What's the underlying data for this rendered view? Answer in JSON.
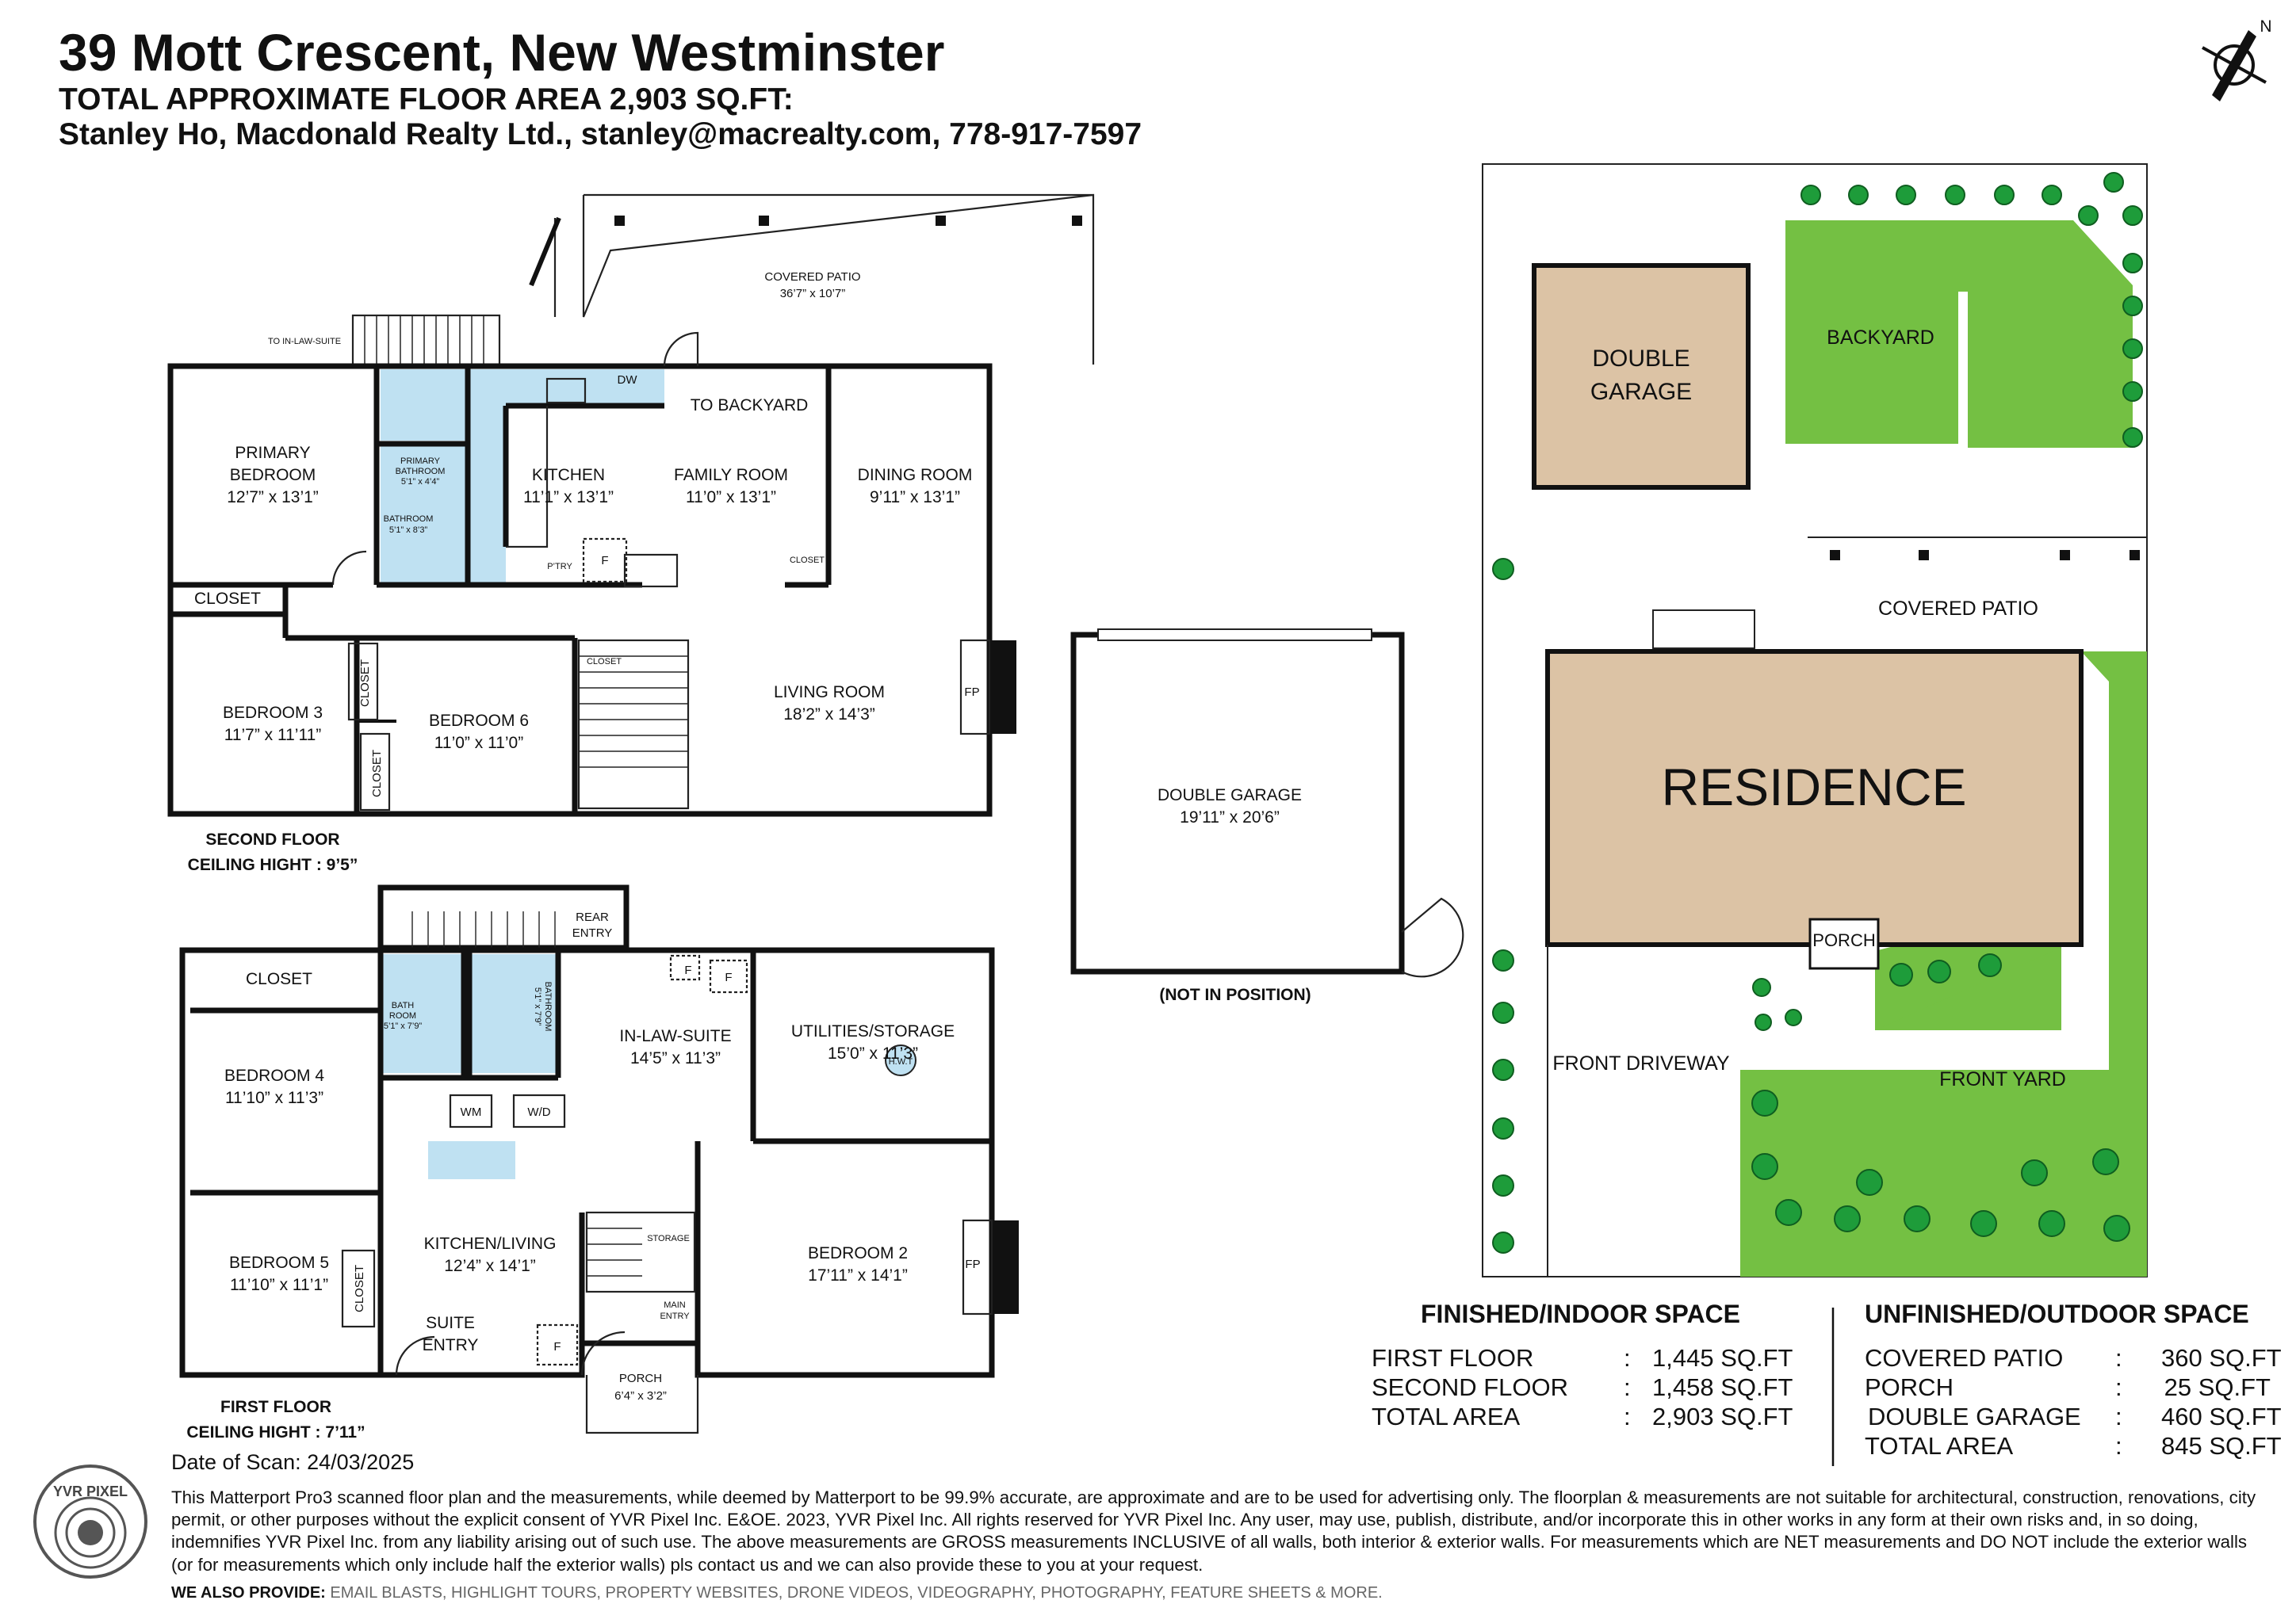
{
  "header": {
    "address": "39 Mott Crescent, New Westminster",
    "total_area": "TOTAL APPROXIMATE FLOOR AREA 2,903 SQ.FT:",
    "agent": "Stanley Ho, Macdonald Realty Ltd., stanley@macrealty.com, 778-917-7597"
  },
  "compass": {
    "label": "N"
  },
  "second_floor": {
    "title": "SECOND FLOOR",
    "ceiling": "CEILING HIGHT : 9’5”",
    "labels": {
      "covered_patio": "COVERED PATIO",
      "covered_patio_dim": "36’7” x 10’7”",
      "to_in_law": "TO IN-LAW-SUITE",
      "to_backyard": "TO BACKYARD",
      "dw": "DW",
      "primary_bedroom_1": "PRIMARY",
      "primary_bedroom_2": "BEDROOM",
      "primary_bedroom_dim": "12’7” x 13’1”",
      "primary_bath_1": "PRIMARY",
      "primary_bath_2": "BATHROOM",
      "primary_bath_dim": "5’1” x 4’4”",
      "bathroom": "BATHROOM",
      "bathroom_dim": "5’1” x 8’3”",
      "kitchen": "KITCHEN",
      "kitchen_dim": "11’1” x 13’1”",
      "family_room": "FAMILY ROOM",
      "family_room_dim": "11’0” x 13’1”",
      "dining_room": "DINING ROOM",
      "dining_room_dim": "9’11” x 13’1”",
      "pantry": "P’TRY",
      "f": "F",
      "closet": "CLOSET",
      "bedroom3": "BEDROOM 3",
      "bedroom3_dim": "11’7” x 11’11”",
      "bedroom6": "BEDROOM 6",
      "bedroom6_dim": "11’0” x 11’0”",
      "living_room": "LIVING ROOM",
      "living_room_dim": "18’2” x 14’3”",
      "fp": "FP"
    }
  },
  "garage": {
    "label": "DOUBLE GARAGE",
    "dim": "19’11” x 20’6”",
    "note": "(NOT IN POSITION)"
  },
  "first_floor": {
    "title": "FIRST FLOOR",
    "ceiling": "CEILING HIGHT : 7’11”",
    "labels": {
      "rear_entry_1": "REAR",
      "rear_entry_2": "ENTRY",
      "closet": "CLOSET",
      "bath_1": "BATH",
      "bath_2": "ROOM",
      "bath_dim": "5’1” x 7’9”",
      "bathroom2": "BATHROOM",
      "bathroom2_dim": "5’1” x 7’9”",
      "bedroom4": "BEDROOM 4",
      "bedroom4_dim": "11’10” x 11’3”",
      "in_law": "IN-LAW-SUITE",
      "in_law_dim": "14’5” x 11’3”",
      "utilities": "UTILITIES/STORAGE",
      "utilities_dim": "15’0” x 11’3”",
      "hwt": "H.W.T",
      "wm": "WM",
      "wd": "W/D",
      "f": "F",
      "kitchen_living": "KITCHEN/LIVING",
      "kitchen_living_dim": "12’4” x 14’1”",
      "bedroom5": "BEDROOM 5",
      "bedroom5_dim": "11’10” x 11’1”",
      "suite_entry_1": "SUITE",
      "suite_entry_2": "ENTRY",
      "storage": "STORAGE",
      "main_entry_1": "MAIN",
      "main_entry_2": "ENTRY",
      "bedroom2": "BEDROOM 2",
      "bedroom2_dim": "17’11” x 14’1”",
      "fp": "FP",
      "porch": "PORCH",
      "porch_dim": "6’4” x 3’2”"
    }
  },
  "site": {
    "double_garage_1": "DOUBLE",
    "double_garage_2": "GARAGE",
    "backyard": "BACKYARD",
    "covered_patio": "COVERED PATIO",
    "residence": "RESIDENCE",
    "porch": "PORCH",
    "front_driveway": "FRONT DRIVEWAY",
    "front_yard": "FRONT YARD"
  },
  "finished": {
    "title": "FINISHED/INDOOR SPACE",
    "rows": [
      {
        "label": "FIRST FLOOR",
        "value": "1,445 SQ.FT"
      },
      {
        "label": "SECOND FLOOR",
        "value": "1,458 SQ.FT"
      },
      {
        "label": "TOTAL AREA",
        "value": "2,903 SQ.FT"
      }
    ]
  },
  "unfinished": {
    "title": "UNFINISHED/OUTDOOR SPACE",
    "rows": [
      {
        "label": "COVERED PATIO",
        "value": "360 SQ.FT"
      },
      {
        "label": "PORCH",
        "value": "25 SQ.FT"
      },
      {
        "label": "DOUBLE GARAGE",
        "value": "460 SQ.FT"
      },
      {
        "label": "TOTAL AREA",
        "value": "845 SQ.FT"
      }
    ]
  },
  "footer": {
    "date_of_scan": "Date of Scan: 24/03/2025",
    "logo_text": "YVR PIXEL",
    "disclaimer": "This Matterport Pro3 scanned floor plan and the measurements, while deemed by Matterport to be 99.9% accurate, are approximate and are to be used for advertising only. The floorplan & measurements are not suitable for architectural, construction, renovations, city permit, or other purposes without the explicit consent of YVR Pixel Inc. E&OE. 2023, YVR Pixel Inc. All rights reserved for YVR Pixel Inc. Any user, may use, publish, distribute, and/or incorporate this in other works in any form at their own risks and, in so doing, indemnifies YVR Pixel Inc. from any liability arising out of such use. The above measurements are GROSS measurements INCLUSIVE of all walls, both interior & exterior walls. For measurements which are NET measurements and DO NOT include the exterior walls (or for measurements which only include half the exterior walls) pls contact us and we can also provide these to you at your request.",
    "provide_label": "WE ALSO PROVIDE:",
    "provide_text": "EMAIL BLASTS, HIGHLIGHT TOURS, PROPERTY WEBSITES, DRONE VIDEOS, VIDEOGRAPHY, PHOTOGRAPHY, FEATURE SHEETS & MORE."
  },
  "colors": {
    "bath_blue": "#bfe1f2",
    "lawn_green": "#74c043",
    "building_tan": "#dcc3a5"
  }
}
